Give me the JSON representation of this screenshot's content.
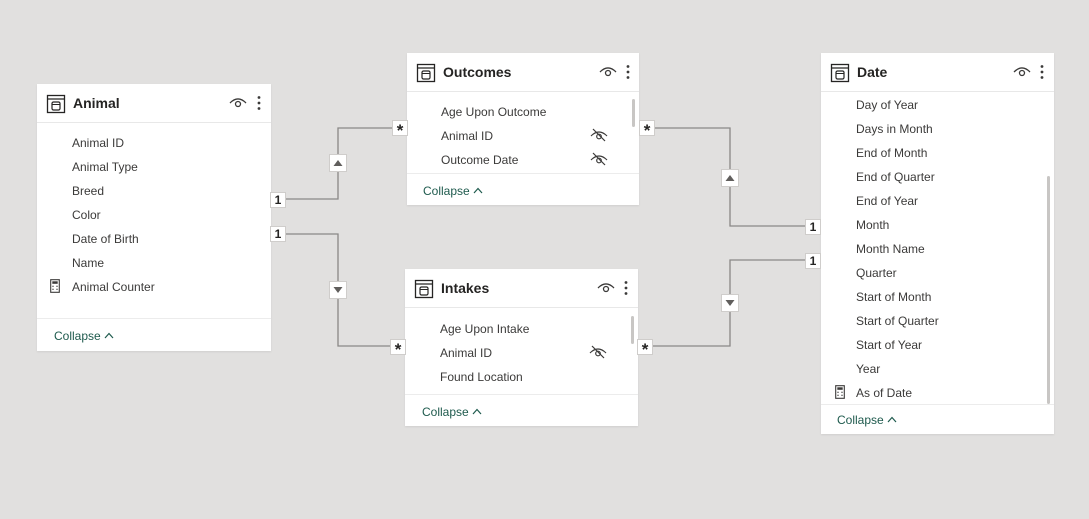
{
  "tables": {
    "animal": {
      "title": "Animal",
      "fields": [
        "Animal ID",
        "Animal Type",
        "Breed",
        "Color",
        "Date of Birth",
        "Name",
        "Animal Counter"
      ],
      "collapse_label": "Collapse"
    },
    "outcomes": {
      "title": "Outcomes",
      "fields": [
        "Age Upon Outcome",
        "Animal ID",
        "Outcome Date"
      ],
      "collapse_label": "Collapse"
    },
    "intakes": {
      "title": "Intakes",
      "fields": [
        "Age Upon Intake",
        "Animal ID",
        "Found Location"
      ],
      "collapse_label": "Collapse"
    },
    "date": {
      "title": "Date",
      "fields": [
        "Day of Year",
        "Days in Month",
        "End of Month",
        "End of Quarter",
        "End of Year",
        "Month",
        "Month Name",
        "Quarter",
        "Start of Month",
        "Start of Quarter",
        "Start of Year",
        "Year",
        "As of Date"
      ],
      "collapse_label": "Collapse"
    }
  },
  "relationships": {
    "one_label": "1",
    "many_label": "*"
  },
  "colors": {
    "canvas": "#e1e0df",
    "card": "#ffffff",
    "collapse_text": "#1e5a4d",
    "line": "#8a8886"
  },
  "icons": [
    "table-icon",
    "eye-icon",
    "more-options-icon",
    "hidden-eye-icon",
    "calculator-icon",
    "chevron-up-icon",
    "filter-direction-arrow-icon"
  ]
}
